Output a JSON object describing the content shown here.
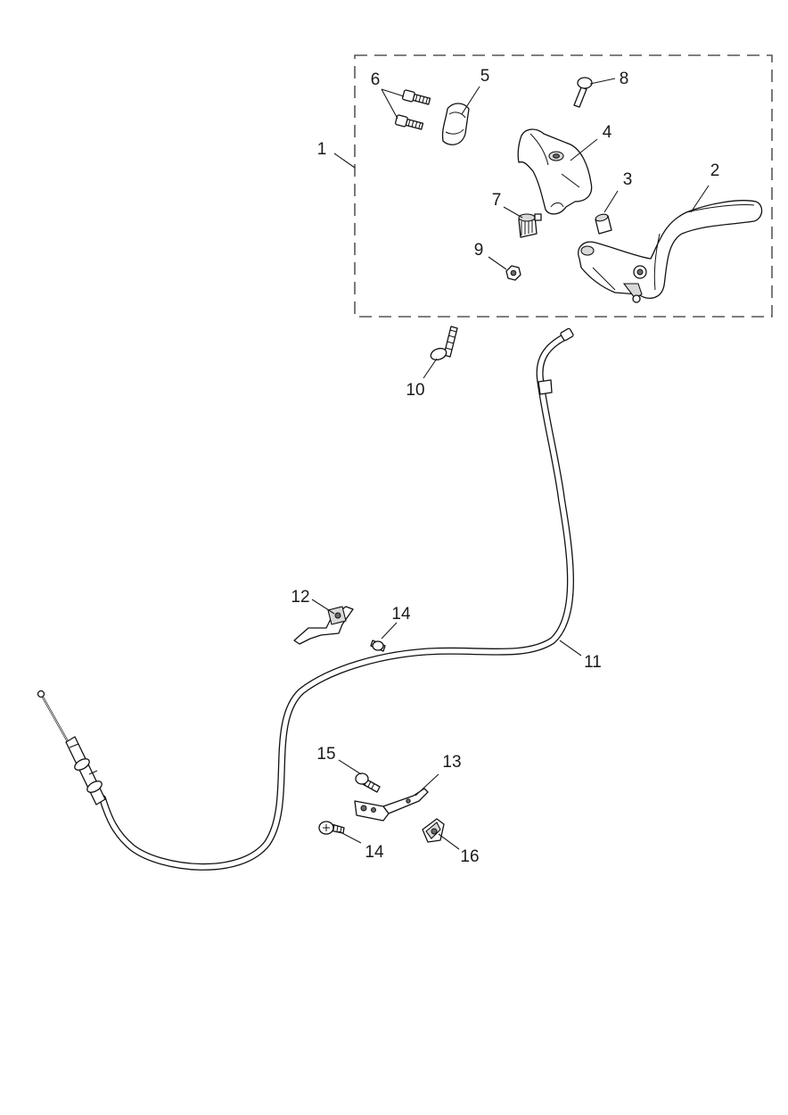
{
  "callouts": [
    {
      "id": "c1",
      "label": "1"
    },
    {
      "id": "c2",
      "label": "2"
    },
    {
      "id": "c3",
      "label": "3"
    },
    {
      "id": "c4",
      "label": "4"
    },
    {
      "id": "c5",
      "label": "5"
    },
    {
      "id": "c6",
      "label": "6"
    },
    {
      "id": "c7",
      "label": "7"
    },
    {
      "id": "c8",
      "label": "8"
    },
    {
      "id": "c9",
      "label": "9"
    },
    {
      "id": "c10",
      "label": "10"
    },
    {
      "id": "c11",
      "label": "11"
    },
    {
      "id": "c12",
      "label": "12"
    },
    {
      "id": "c13",
      "label": "13"
    },
    {
      "id": "c14a",
      "label": "14"
    },
    {
      "id": "c14b",
      "label": "14"
    },
    {
      "id": "c15",
      "label": "15"
    },
    {
      "id": "c16",
      "label": "16"
    }
  ]
}
